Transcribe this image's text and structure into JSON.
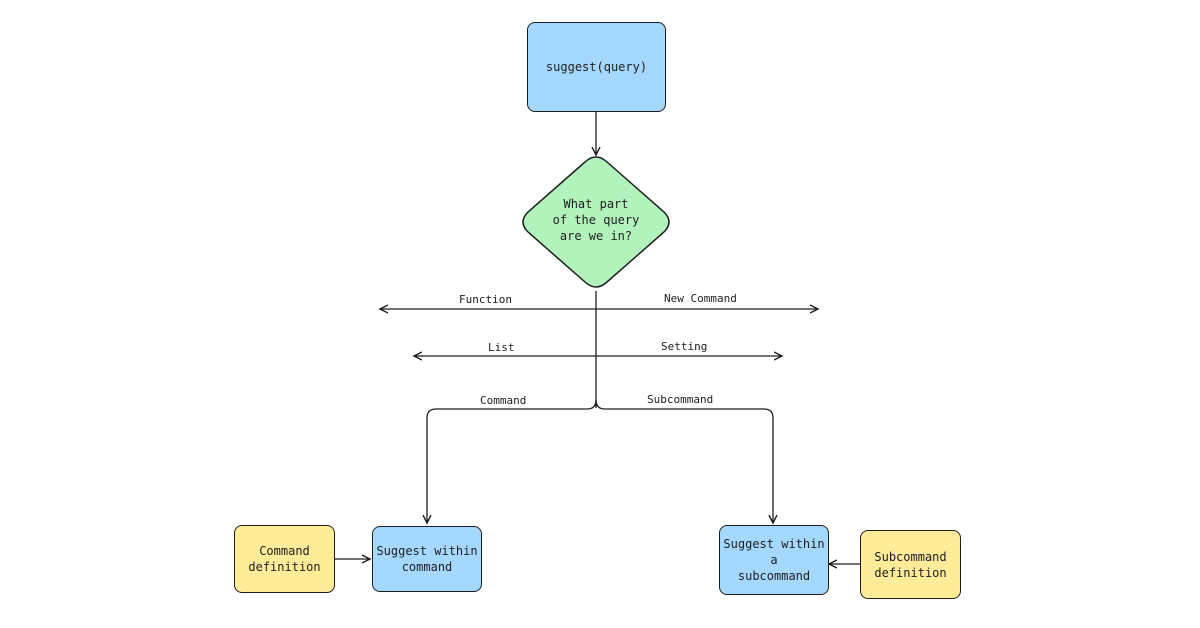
{
  "diagram": {
    "nodes": {
      "start": {
        "label": "suggest(query)",
        "color": "#a5d8ff"
      },
      "decision": {
        "label": "What part\nof the query\nare we in?",
        "color": "#b2f2bb"
      },
      "suggest_command": {
        "label": "Suggest within\ncommand",
        "color": "#a5d8ff"
      },
      "command_definition": {
        "label": "Command\ndefinition",
        "color": "#ffec99"
      },
      "suggest_subcommand": {
        "label": "Suggest within a\nsubcommand",
        "color": "#a5d8ff"
      },
      "subcommand_definition": {
        "label": "Subcommand\ndefinition",
        "color": "#ffec99"
      }
    },
    "branches": {
      "function": "Function",
      "new_command": "New Command",
      "list": "List",
      "setting": "Setting",
      "command": "Command",
      "subcommand": "Subcommand"
    }
  }
}
